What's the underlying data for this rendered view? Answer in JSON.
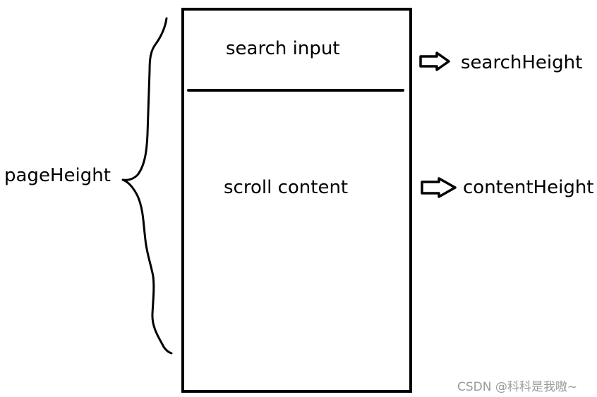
{
  "diagram": {
    "page_box": {
      "search_area_label": "search input",
      "content_area_label": "scroll content"
    },
    "left_annotation": {
      "label": "pageHeight"
    },
    "right_annotations": [
      {
        "label": "searchHeight"
      },
      {
        "label": "contentHeight"
      }
    ]
  },
  "watermark": "CSDN @科科是我嗷~"
}
